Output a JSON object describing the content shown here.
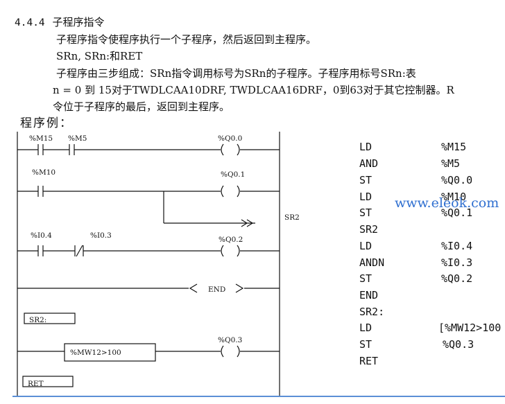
{
  "section": {
    "number": "4.4.4",
    "title": "子程序指令"
  },
  "paragraphs": {
    "line1": "子程序指令使程序执行一个子程序，然后返回到主程序。",
    "line2": "SRn, SRn:和RET",
    "line3": "子程序由三步组成：SRn指令调用标号为SRn的子程序。子程序用标号SRn:表",
    "line4": "n = 0 到 15对于TWDLCAA10DRF, TWDLCAA16DRF，0到63对于其它控制器。R",
    "line5": "令位于子程序的最后，返回到主程序。"
  },
  "example_label": "程序例：",
  "ladder": {
    "contacts": {
      "m15": "%M15",
      "m5": "%M5",
      "m10": "%M10",
      "i04": "%I0.4",
      "i03": "%I0.3"
    },
    "coils": {
      "q00": "%Q0.0",
      "q01": "%Q0.1",
      "q02": "%Q0.2",
      "q03": "%Q0.3"
    },
    "jump_label": "SR2",
    "end_label": "END",
    "subroutine_label": "SR2:",
    "compare_block": "%MW12>100",
    "return_label": "RET"
  },
  "il_list": [
    {
      "instr": "LD",
      "operand": "%M15"
    },
    {
      "instr": "AND",
      "operand": "%M5"
    },
    {
      "instr": "ST",
      "operand": "%Q0.0"
    },
    {
      "instr": "LD",
      "operand": "%M10"
    },
    {
      "instr": "ST",
      "operand": "%Q0.1"
    },
    {
      "instr": "SR2",
      "operand": ""
    },
    {
      "instr": "LD",
      "operand": "%I0.4"
    },
    {
      "instr": "ANDN",
      "operand": "%I0.3"
    },
    {
      "instr": "ST",
      "operand": "%Q0.2"
    },
    {
      "instr": "END",
      "operand": ""
    },
    {
      "instr": "SR2:",
      "operand": ""
    },
    {
      "instr": "LD",
      "operand": "[%MW12>100"
    },
    {
      "instr": "ST",
      "operand": " %Q0.3"
    },
    {
      "instr": "RET",
      "operand": ""
    }
  ],
  "watermark": "www.eleok.com"
}
